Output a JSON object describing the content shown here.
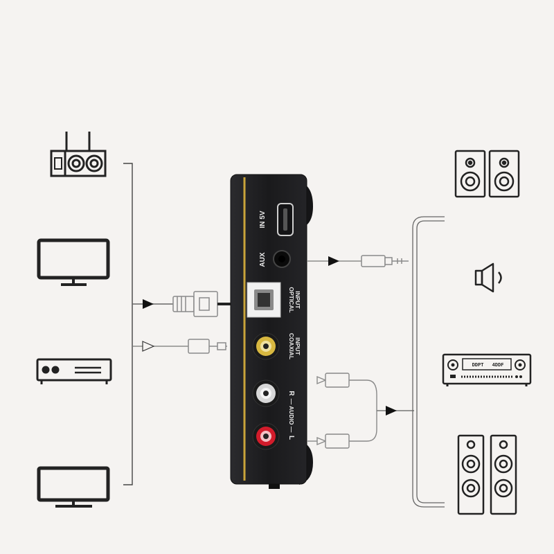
{
  "device": {
    "labels": {
      "in5v": "IN 5V",
      "aux": "AUX",
      "optical_1": "OPTICAL",
      "optical_2": "INPUT",
      "coaxial_1": "COAXIAL",
      "coaxial_2": "INPUT",
      "audio_channel_r": "R",
      "audio_channel_l": "L",
      "audio_mid": "— AUDIO —"
    },
    "colors": {
      "body": "#1d1d1f",
      "trim": "#c9a43a",
      "coaxial_ring": "#d8b840",
      "right_ring": "#d8d8d8",
      "left_ring": "#d21c2b"
    }
  },
  "sources": [
    {
      "icon": "speaker-box-icon"
    },
    {
      "icon": "tv-icon"
    },
    {
      "icon": "dvd-player-icon"
    },
    {
      "icon": "monitor-icon"
    }
  ],
  "outputs": [
    {
      "icon": "bookshelf-speakers-icon"
    },
    {
      "icon": "speaker-volume-icon"
    },
    {
      "icon": "av-receiver-icon"
    },
    {
      "icon": "floor-speakers-icon"
    }
  ],
  "receiver_display": {
    "left_text": "DDPT",
    "right_text": "4DDF"
  },
  "colors": {
    "background": "#f5f3f1",
    "line": "#4a4a4a",
    "arrow": "#111111"
  }
}
